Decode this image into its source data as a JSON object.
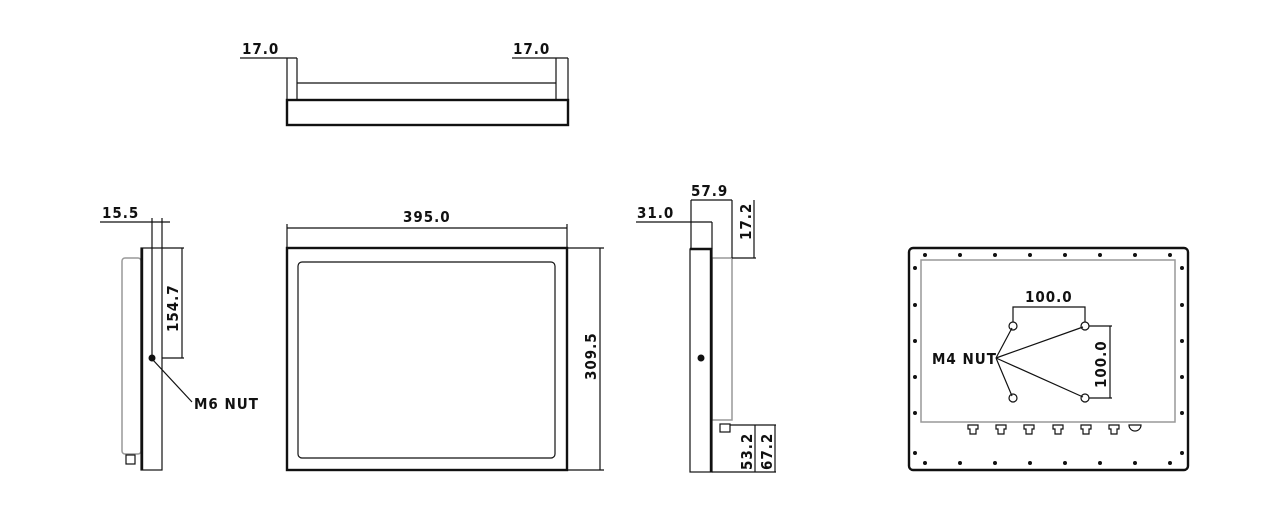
{
  "top_view": {
    "dim_left": "17.0",
    "dim_right": "17.0"
  },
  "left_side_view": {
    "dim_depth": "15.5",
    "dim_nut_height": "154.7",
    "nut_label": "M6 NUT"
  },
  "front_view": {
    "dim_width": "395.0",
    "dim_height": "309.5"
  },
  "right_side_view": {
    "dim_depth": "31.0",
    "dim_total_depth": "57.9",
    "dim_top_offset": "17.2",
    "dim_bottom_1": "53.2",
    "dim_bottom_2": "67.2"
  },
  "rear_view": {
    "dim_vesa_h": "100.0",
    "dim_vesa_v": "100.0",
    "nut_label": "M4 NUT"
  }
}
